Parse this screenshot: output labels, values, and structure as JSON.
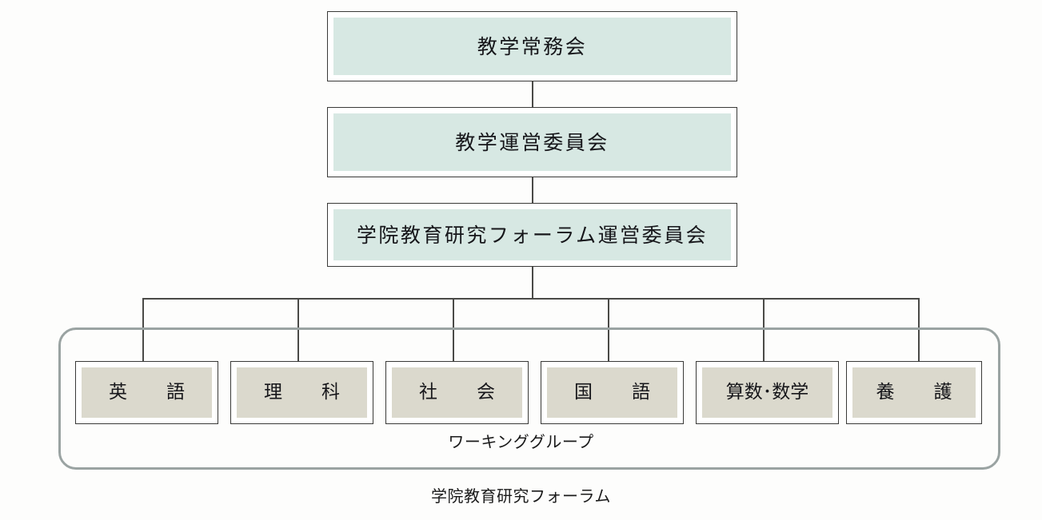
{
  "diagram": {
    "title_caption": "学院教育研究フォーラム",
    "group_caption": "ワーキンググループ",
    "colors": {
      "teal_fill": "#d7e8e3",
      "wg_fill": "#dbd9cd",
      "box_border": "#3a3a38",
      "container_border": "#9aa3a2",
      "connector": "#4a4a47",
      "background": "#fdfdfc",
      "text": "#16161a"
    },
    "hierarchy": [
      {
        "id": "node-1",
        "label": "教学常務会"
      },
      {
        "id": "node-2",
        "label": "教学運営委員会"
      },
      {
        "id": "node-3",
        "label": "学院教育研究フォーラム運営委員会"
      }
    ],
    "working_groups": [
      {
        "id": "wg-english",
        "label": "英　語"
      },
      {
        "id": "wg-science",
        "label": "理　科"
      },
      {
        "id": "wg-social",
        "label": "社　会"
      },
      {
        "id": "wg-japanese",
        "label": "国　語"
      },
      {
        "id": "wg-math",
        "label": "算数･数学"
      },
      {
        "id": "wg-nursing",
        "label": "養　護"
      }
    ]
  }
}
